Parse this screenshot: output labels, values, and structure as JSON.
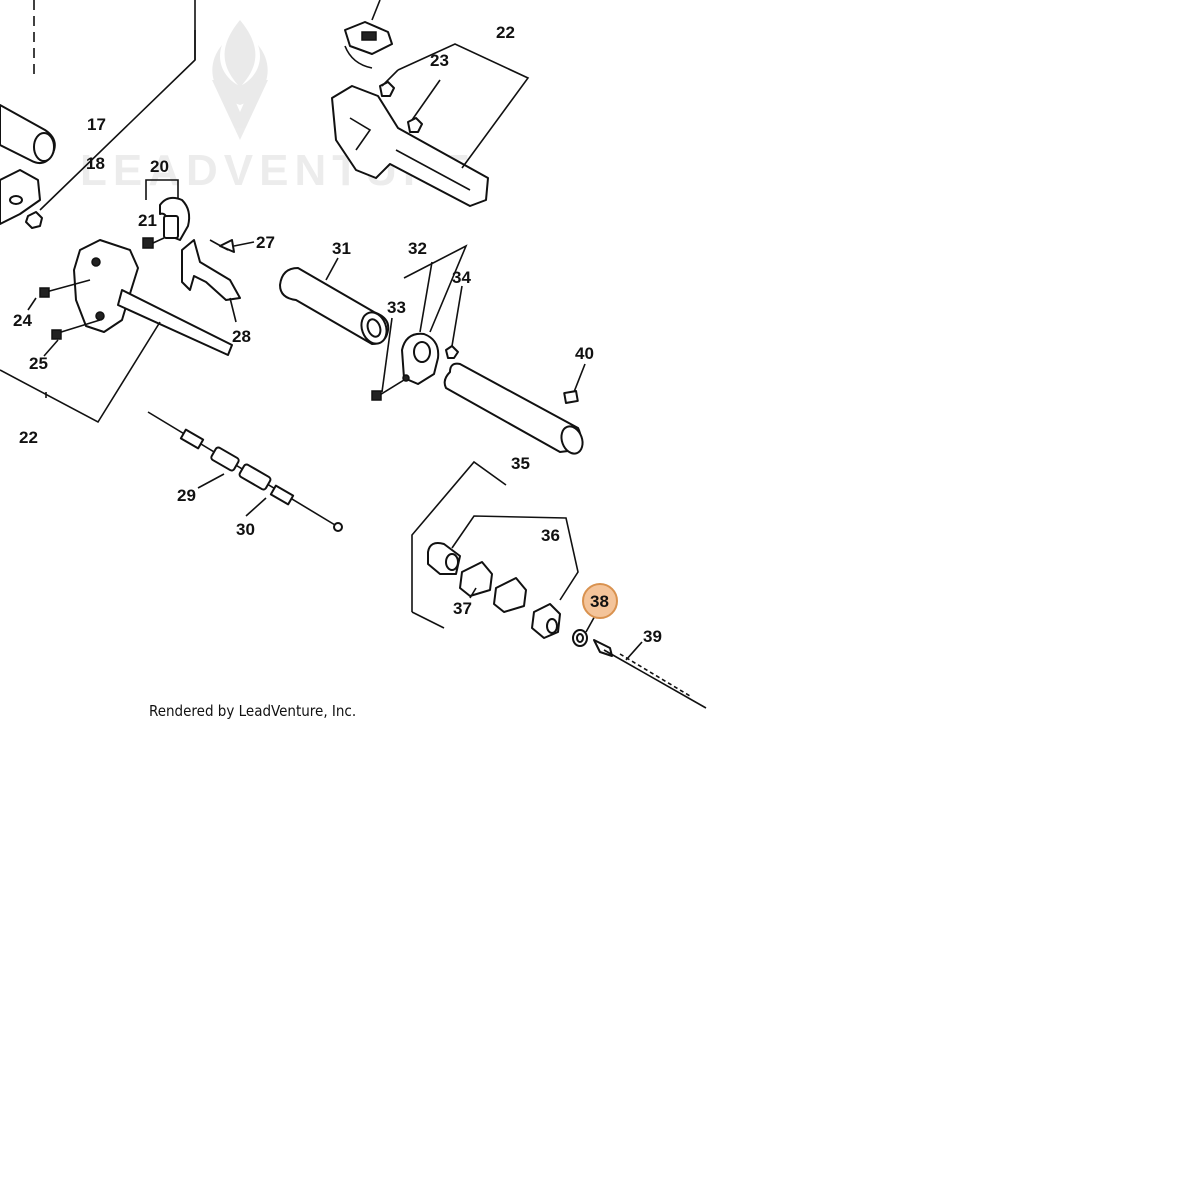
{
  "watermark": {
    "text": "LEADVENTURE"
  },
  "credit": "Rendered by LeadVenture, Inc.",
  "highlight": {
    "label": "38",
    "fill": "#f4c49a",
    "stroke": "#d9924f"
  },
  "callouts": [
    {
      "id": "17",
      "label": "17"
    },
    {
      "id": "18",
      "label": "18"
    },
    {
      "id": "20",
      "label": "20"
    },
    {
      "id": "21",
      "label": "21"
    },
    {
      "id": "22a",
      "label": "22"
    },
    {
      "id": "22b",
      "label": "22"
    },
    {
      "id": "23",
      "label": "23"
    },
    {
      "id": "24",
      "label": "24"
    },
    {
      "id": "25",
      "label": "25"
    },
    {
      "id": "27",
      "label": "27"
    },
    {
      "id": "28",
      "label": "28"
    },
    {
      "id": "29",
      "label": "29"
    },
    {
      "id": "30",
      "label": "30"
    },
    {
      "id": "31",
      "label": "31"
    },
    {
      "id": "32",
      "label": "32"
    },
    {
      "id": "33",
      "label": "33"
    },
    {
      "id": "34",
      "label": "34"
    },
    {
      "id": "35",
      "label": "35"
    },
    {
      "id": "36",
      "label": "36"
    },
    {
      "id": "37",
      "label": "37"
    },
    {
      "id": "38",
      "label": "38"
    },
    {
      "id": "39",
      "label": "39"
    },
    {
      "id": "40",
      "label": "40"
    }
  ]
}
